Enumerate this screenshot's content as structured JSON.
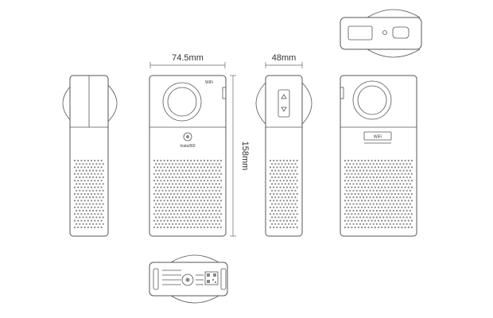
{
  "dimensions": {
    "width_label": "74.5mm",
    "depth_label": "48mm",
    "height_label": "158mm"
  },
  "front_view": {
    "brand_text": "Insta360",
    "status_icons": "WiFi"
  },
  "back_view": {
    "badge_text": "WiFi"
  },
  "colors": {
    "line": "#555555",
    "grille_dot": "#888888",
    "background": "#ffffff"
  }
}
